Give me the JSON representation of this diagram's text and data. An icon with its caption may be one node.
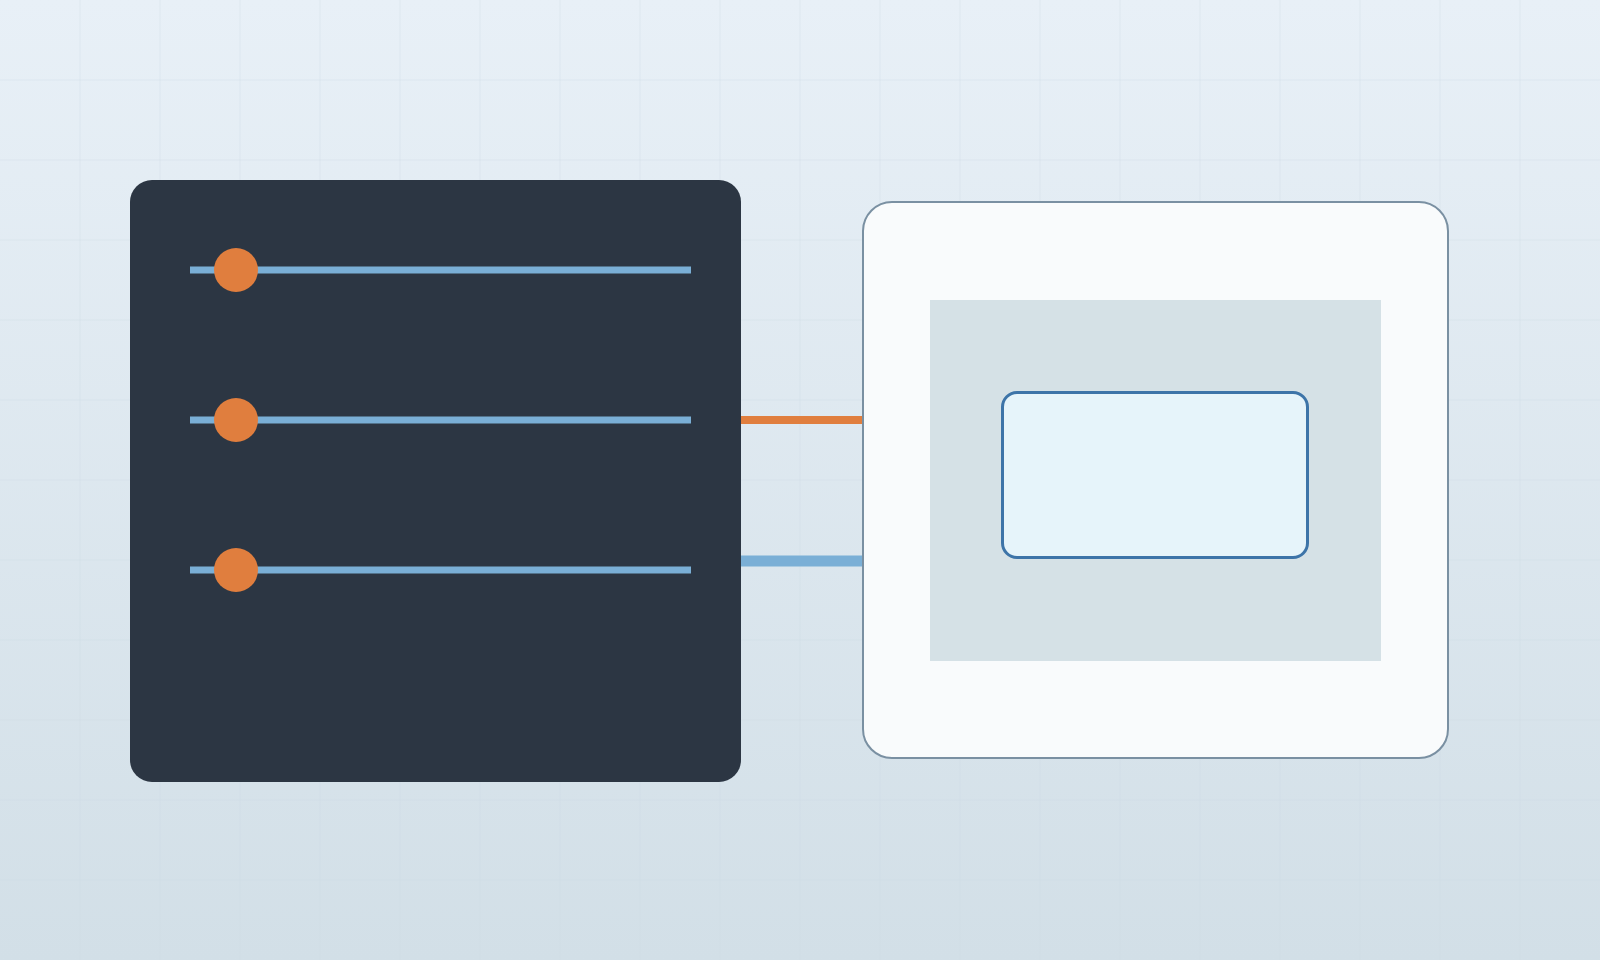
{
  "diagram": {
    "nodes": [
      {
        "text": [],
        "shape": "box"
      },
      {
        "text": [],
        "shape": "box"
      },
      {
        "text": [],
        "shape": "box",
        "in": 1
      },
      {
        "text": [],
        "shape": "box",
        "in": 2
      }
    ],
    "edges": [
      {
        "from": 0,
        "to": 1,
        "arrow": "none",
        "color": "#e07e3e"
      },
      {
        "from": 0,
        "to": 1,
        "arrow": "none",
        "color": "#7aafd6"
      }
    ]
  }
}
